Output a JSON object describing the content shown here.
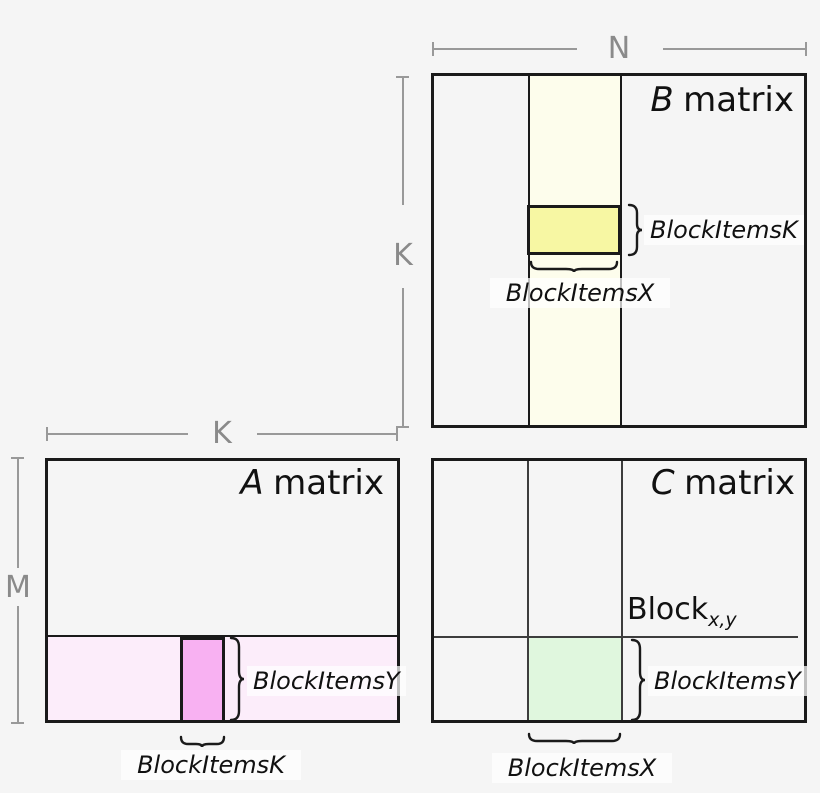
{
  "diagram": {
    "dimensions": {
      "n": "N",
      "k_left": "K",
      "k_top": "K",
      "m": "M"
    },
    "b_matrix": {
      "title_letter": "B",
      "title_word": "matrix",
      "brace_label": "BlockItemsK",
      "under_label": "BlockItemsX"
    },
    "a_matrix": {
      "title_letter": "A",
      "title_word": "matrix",
      "brace_label": "BlockItemsY",
      "under_label": "BlockItemsK"
    },
    "c_matrix": {
      "title_letter": "C",
      "title_word": "matrix",
      "block_label": "Block",
      "block_subscript": "x,y",
      "brace_label": "BlockItemsY",
      "under_label": "BlockItemsX"
    },
    "colors": {
      "cream_strip": "#fdfdec",
      "yellow_block": "#f7f7a3",
      "pink_strip": "#fcedfa",
      "magenta_block": "#f8b1f2",
      "green_block": "#e0f7de",
      "dimension_gray": "#8a8a8a",
      "border_black": "#1a1a1a"
    }
  }
}
